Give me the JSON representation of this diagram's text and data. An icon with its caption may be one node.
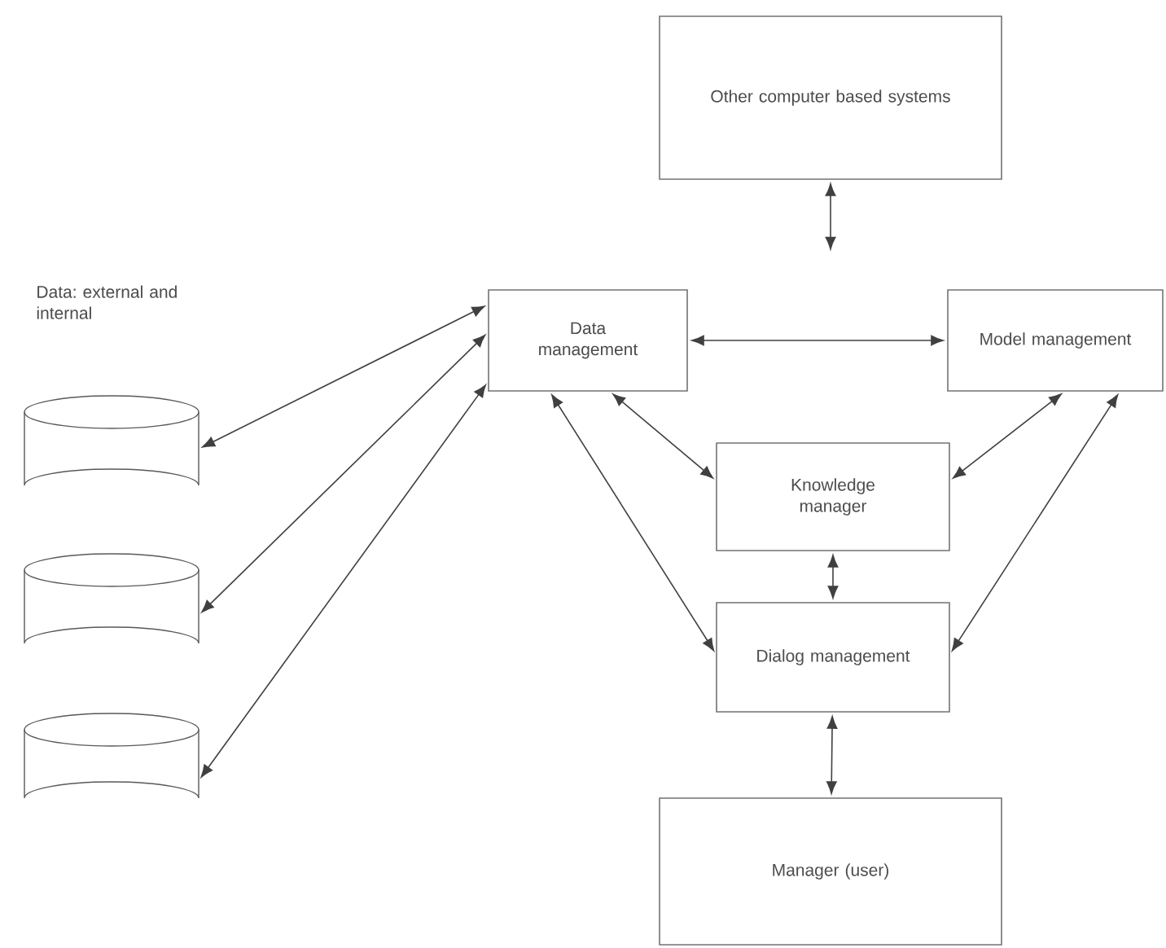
{
  "diagram": {
    "nodes": [
      {
        "text": [
          "Other computer based systems"
        ]
      },
      {
        "text": [
          "Data management"
        ]
      },
      {
        "text": [
          "Model management"
        ]
      },
      {
        "text": [],
        "shape": "cylinder"
      },
      {
        "text": [
          "Knowledge manager"
        ]
      },
      {
        "text": [],
        "shape": "cylinder"
      },
      {
        "text": [
          "Dialog management"
        ]
      },
      {
        "text": [],
        "shape": "cylinder"
      },
      {
        "text": [
          "Manager (user)"
        ]
      }
    ],
    "edges": [
      {
        "from": 0,
        "to": null,
        "arrow": "both"
      },
      {
        "from": 1,
        "to": 2,
        "arrow": "both"
      },
      {
        "from": 3,
        "to": 1,
        "arrow": "both"
      },
      {
        "from": 5,
        "to": 1,
        "arrow": "both"
      },
      {
        "from": 7,
        "to": 1,
        "arrow": "both"
      },
      {
        "from": 1,
        "to": 4,
        "arrow": "both"
      },
      {
        "from": 1,
        "to": 6,
        "arrow": "both"
      },
      {
        "from": 2,
        "to": 4,
        "arrow": "both"
      },
      {
        "from": 2,
        "to": 6,
        "arrow": "both"
      },
      {
        "from": 4,
        "to": 6,
        "arrow": "both"
      },
      {
        "from": 6,
        "to": 8,
        "arrow": "both"
      }
    ],
    "labels": [
      "Data: external and internal"
    ]
  }
}
